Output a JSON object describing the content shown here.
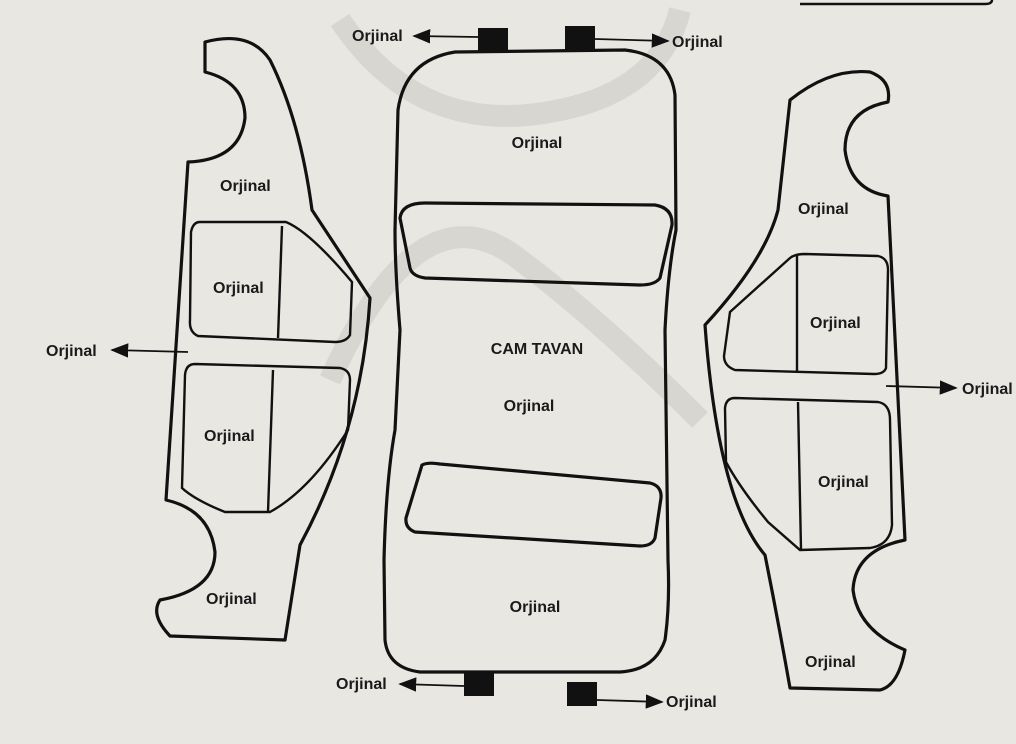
{
  "colors": {
    "background": "#e9e7e2",
    "line": "#111111",
    "watermark": "#b9b6b0"
  },
  "car": {
    "hood_label": "Orjinal",
    "roof_title": "CAM TAVAN",
    "roof_label": "Orjinal",
    "trunk_label": "Orjinal"
  },
  "left_side": {
    "front_fender_label": "Orjinal",
    "front_door_label": "Orjinal",
    "rear_door_label": "Orjinal",
    "rear_fender_label": "Orjinal",
    "rocker_label": "Orjinal"
  },
  "right_side": {
    "front_fender_label": "Orjinal",
    "front_door_label": "Orjinal",
    "rear_door_label": "Orjinal",
    "rear_fender_label": "Orjinal",
    "rocker_label": "Orjinal"
  },
  "bumpers": {
    "front_left_label": "Orjinal",
    "front_right_label": "Orjinal",
    "rear_left_label": "Orjinal",
    "rear_right_label": "Orjinal"
  }
}
